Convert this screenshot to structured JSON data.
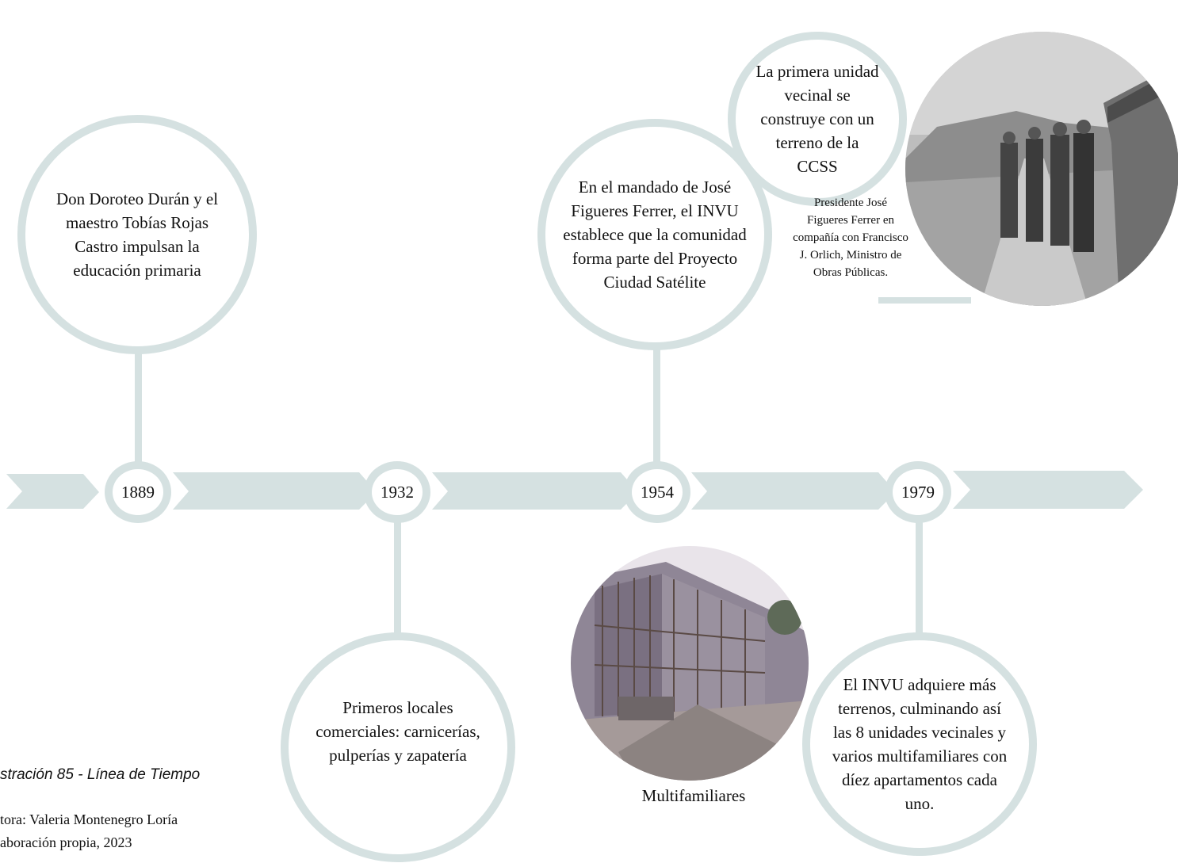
{
  "timeline": {
    "years": [
      "1889",
      "1932",
      "1954",
      "1979"
    ]
  },
  "events": {
    "e1889": "Don Doroteo Durán y el maestro Tobías Rojas Castro impulsan la educación primaria",
    "e1932": "Primeros locales comerciales: carnicerías, pulperías y zapatería",
    "e1954": "En el mandado de José Figueres Ferrer, el INVU establece que la comunidad forma parte del Proyecto Ciudad Satélite",
    "e1954b": "La primera unidad vecinal se construye con un terreno de la CCSS",
    "e1979": "El INVU adquiere más terrenos, culminando así las 8 unidades vecinales y varios multifamiliares con díez apartamentos cada uno."
  },
  "captions": {
    "photo_top": "Presidente José Figueres Ferrer en compañía con Francisco J. Orlich, Ministro de Obras Públicas.",
    "photo_bottom": "Multifamiliares"
  },
  "figure": {
    "title": "stración 85 - Línea de Tiempo",
    "author": "tora: Valeria Montenegro Loría",
    "source": "aboración propia, 2023"
  },
  "colors": {
    "accent": "#d5e1e1"
  }
}
